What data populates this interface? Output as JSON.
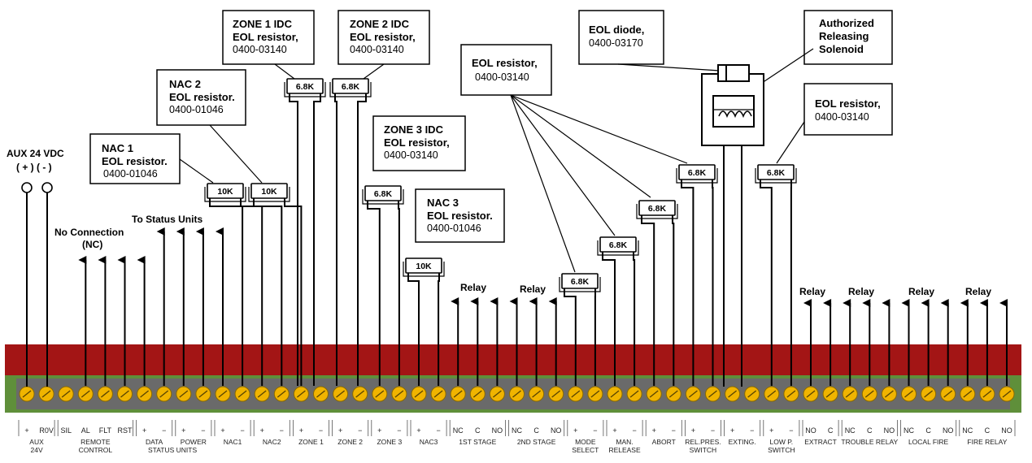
{
  "aux": {
    "title": "AUX 24 VDC",
    "polarity": "( + )  ( - )"
  },
  "labels": {
    "no_connection": "No Connection",
    "nc": "(NC)",
    "to_status_units": "To Status Units",
    "relay": "Relay"
  },
  "callouts": [
    {
      "id": "nac1",
      "lines": [
        "NAC 1",
        "EOL resistor."
      ],
      "part": "0400-01046"
    },
    {
      "id": "nac2",
      "lines": [
        "NAC 2",
        "EOL resistor."
      ],
      "part": "0400-01046"
    },
    {
      "id": "zone1",
      "lines": [
        "ZONE 1 IDC",
        "EOL resistor,"
      ],
      "part": "0400-03140"
    },
    {
      "id": "zone2",
      "lines": [
        "ZONE 2 IDC",
        "EOL resistor,"
      ],
      "part": "0400-03140"
    },
    {
      "id": "zone3",
      "lines": [
        "ZONE 3 IDC",
        "EOL resistor,"
      ],
      "part": "0400-03140"
    },
    {
      "id": "nac3",
      "lines": [
        "NAC 3",
        "EOL resistor."
      ],
      "part": "0400-01046"
    },
    {
      "id": "eol-mid",
      "lines": [
        "EOL resistor,"
      ],
      "part": "0400-03140"
    },
    {
      "id": "diode",
      "lines": [
        "EOL diode,"
      ],
      "part": "0400-03170"
    },
    {
      "id": "solenoid",
      "lines": [
        "Authorized",
        "Releasing",
        "Solenoid"
      ],
      "part": ""
    },
    {
      "id": "eol-right",
      "lines": [
        "EOL resistor,"
      ],
      "part": "0400-03140"
    }
  ],
  "resistors": [
    {
      "id": "r-nac1",
      "value": "10K"
    },
    {
      "id": "r-nac2",
      "value": "10K"
    },
    {
      "id": "r-zone1",
      "value": "6.8K"
    },
    {
      "id": "r-zone2",
      "value": "6.8K"
    },
    {
      "id": "r-zone3",
      "value": "6.8K"
    },
    {
      "id": "r-nac3",
      "value": "10K"
    },
    {
      "id": "r-mode",
      "value": "6.8K"
    },
    {
      "id": "r-man",
      "value": "6.8K"
    },
    {
      "id": "r-abort",
      "value": "6.8K"
    },
    {
      "id": "r-relpres",
      "value": "6.8K"
    },
    {
      "id": "r-lowp",
      "value": "6.8K"
    }
  ],
  "terminal_groups": [
    {
      "signs": [
        "+",
        "R0V"
      ],
      "name": [
        "AUX",
        "24V"
      ]
    },
    {
      "signs": [
        "SIL",
        "AL",
        "FLT",
        "RST"
      ],
      "name": [
        "REMOTE",
        "CONTROL"
      ]
    },
    {
      "signs": [
        "+",
        "−"
      ],
      "name": [
        "DATA",
        ""
      ]
    },
    {
      "signs": [
        "+",
        "−"
      ],
      "name": [
        "POWER",
        ""
      ]
    },
    {
      "signs": [
        "+",
        "−"
      ],
      "name": [
        "NAC1",
        ""
      ]
    },
    {
      "signs": [
        "+",
        "−"
      ],
      "name": [
        "NAC2",
        ""
      ]
    },
    {
      "signs": [
        "+",
        "−"
      ],
      "name": [
        "ZONE 1",
        ""
      ]
    },
    {
      "signs": [
        "+",
        "−"
      ],
      "name": [
        "ZONE 2",
        ""
      ]
    },
    {
      "signs": [
        "+",
        "−"
      ],
      "name": [
        "ZONE 3",
        ""
      ]
    },
    {
      "signs": [
        "+",
        "−"
      ],
      "name": [
        "NAC3",
        ""
      ]
    },
    {
      "signs": [
        "NC",
        "C",
        "NO"
      ],
      "name": [
        "1ST STAGE",
        ""
      ]
    },
    {
      "signs": [
        "NC",
        "C",
        "NO"
      ],
      "name": [
        "2ND STAGE",
        ""
      ]
    },
    {
      "signs": [
        "+",
        "−"
      ],
      "name": [
        "MODE",
        "SELECT"
      ]
    },
    {
      "signs": [
        "+",
        "−"
      ],
      "name": [
        "MAN.",
        "RELEASE"
      ]
    },
    {
      "signs": [
        "+",
        "−"
      ],
      "name": [
        "ABORT",
        ""
      ]
    },
    {
      "signs": [
        "+",
        "−"
      ],
      "name": [
        "REL.PRES.",
        "SWITCH"
      ]
    },
    {
      "signs": [
        "+",
        "−"
      ],
      "name": [
        "EXTING.",
        ""
      ]
    },
    {
      "signs": [
        "+",
        "−"
      ],
      "name": [
        "LOW P.",
        "SWITCH"
      ]
    },
    {
      "signs": [
        "NO",
        "C"
      ],
      "name": [
        "EXTRACT",
        ""
      ]
    },
    {
      "signs": [
        "NC",
        "C",
        "NO"
      ],
      "name": [
        "TROUBLE RELAY",
        ""
      ]
    },
    {
      "signs": [
        "NC",
        "C",
        "NO"
      ],
      "name": [
        "LOCAL FIRE",
        ""
      ]
    },
    {
      "signs": [
        "NC",
        "C",
        "NO"
      ],
      "name": [
        "FIRE RELAY",
        ""
      ]
    }
  ],
  "status_units_label": "STATUS UNITS"
}
